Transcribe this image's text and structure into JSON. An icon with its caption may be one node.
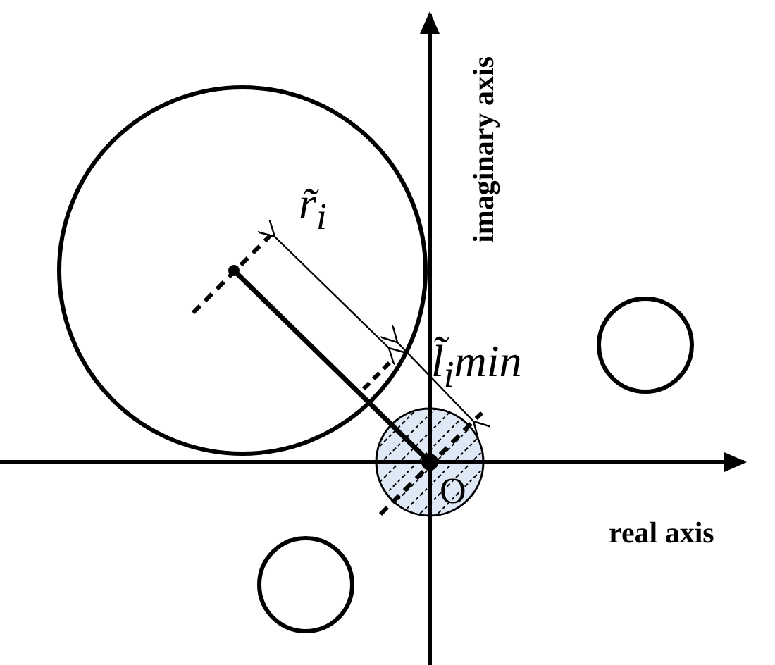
{
  "diagram": {
    "labels": [
      "imaginary axis",
      "r̃$_{i}$",
      "l̃$_{i}$min",
      "O",
      "real axis"
    ]
  }
}
